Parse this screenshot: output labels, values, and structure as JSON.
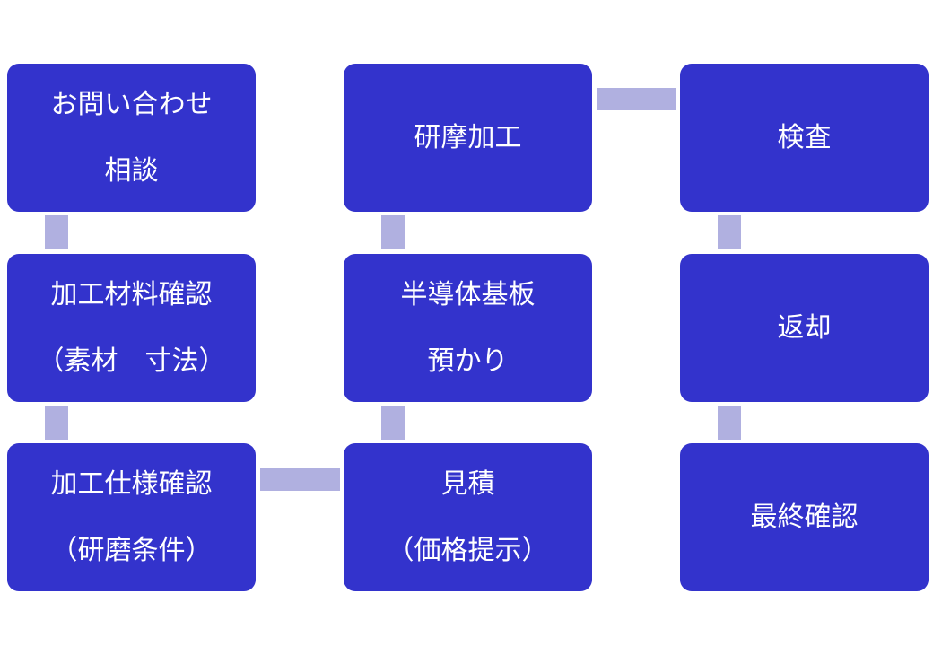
{
  "steps": [
    {
      "id": "inquiry",
      "lines": [
        "お問い合わせ",
        "相談"
      ]
    },
    {
      "id": "material-check",
      "lines": [
        "加工材料確認",
        "（素材　寸法）"
      ]
    },
    {
      "id": "spec-check",
      "lines": [
        "加工仕様確認",
        "（研磨条件）"
      ]
    },
    {
      "id": "estimate",
      "lines": [
        "見積",
        "（価格提示）"
      ]
    },
    {
      "id": "substrate-custody",
      "lines": [
        "半導体基板",
        "預かり"
      ]
    },
    {
      "id": "polishing",
      "lines": [
        "研摩加工"
      ]
    },
    {
      "id": "inspection",
      "lines": [
        "検査"
      ]
    },
    {
      "id": "return",
      "lines": [
        "返却"
      ]
    },
    {
      "id": "final-check",
      "lines": [
        "最終確認"
      ]
    }
  ]
}
